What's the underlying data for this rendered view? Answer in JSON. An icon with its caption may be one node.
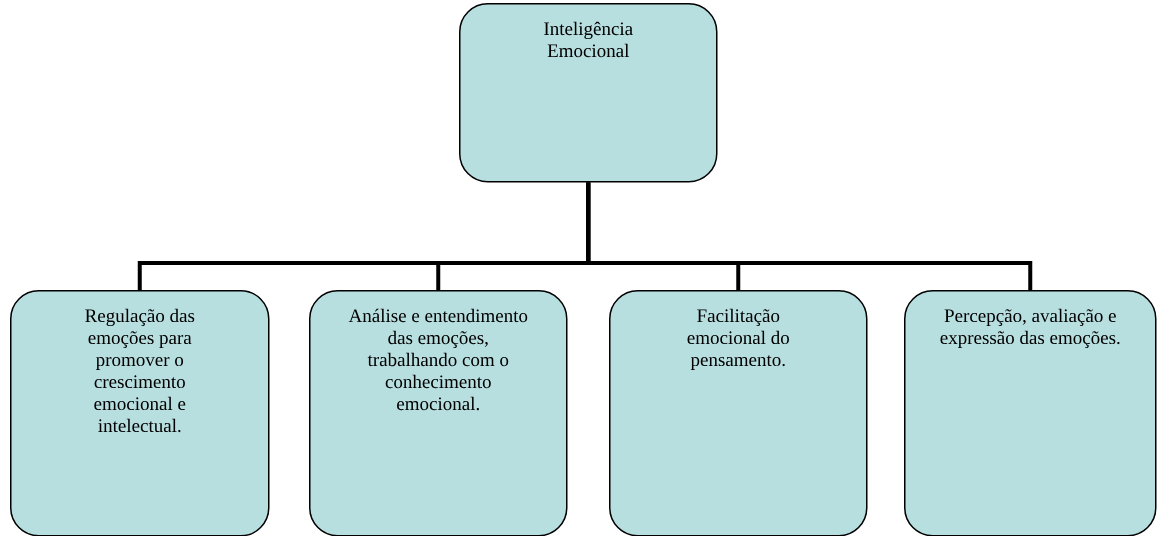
{
  "diagram": {
    "nodes": [
      {
        "text": [
          "Inteligência Emocional"
        ]
      },
      {
        "text": [
          "Regulação das emoções para promover o crescimento emocional e intelectual."
        ]
      },
      {
        "text": [
          "Análise e entendimento das emoções, trabalhando com o conhecimento emocional."
        ]
      },
      {
        "text": [
          "Facilitação emocional do pensamento."
        ]
      },
      {
        "text": [
          "Percepção, avaliação e expressão das emoções."
        ]
      }
    ],
    "edges": [
      {
        "from": 0,
        "to": 1,
        "arrow": "none"
      },
      {
        "from": 0,
        "to": 2,
        "arrow": "none"
      },
      {
        "from": 0,
        "to": 3,
        "arrow": "none"
      },
      {
        "from": 0,
        "to": 4,
        "arrow": "none"
      }
    ]
  }
}
